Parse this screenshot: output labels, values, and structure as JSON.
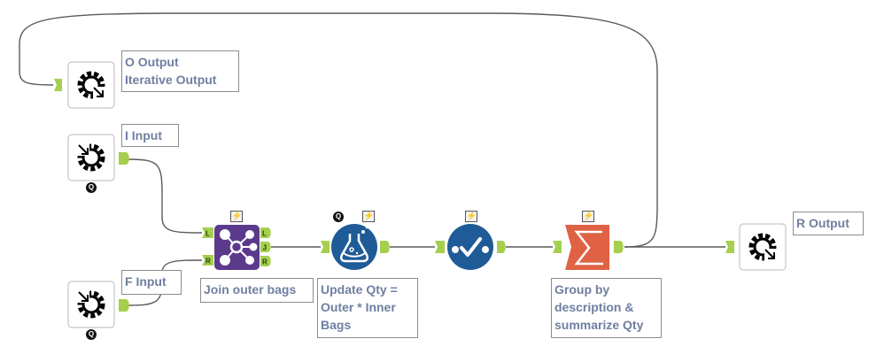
{
  "canvas": {
    "background": "#ffffff",
    "connector_color": "#555555",
    "anchor_color": "#a6cf4e"
  },
  "tools": {
    "o_output": {
      "type": "macro-output",
      "annotation_lines": [
        "O Output",
        "Iterative Output"
      ]
    },
    "i_input": {
      "type": "macro-input",
      "annotation_lines": [
        "I Input"
      ],
      "badge": "Q"
    },
    "f_input": {
      "type": "macro-input",
      "annotation_lines": [
        "F Input"
      ],
      "badge": "Q"
    },
    "join": {
      "type": "join",
      "color": "#5b3a8c",
      "annotation_lines": [
        "Join outer bags"
      ],
      "inputs": [
        "L",
        "R"
      ],
      "outputs": [
        "L",
        "J",
        "R"
      ],
      "badge": "⚡"
    },
    "formula": {
      "type": "formula",
      "color": "#1f5b97",
      "annotation_lines": [
        "Update Qty =",
        "Outer * Inner",
        "Bags"
      ],
      "badges": [
        "Q",
        "⚡"
      ]
    },
    "select": {
      "type": "select",
      "color": "#1f5b97",
      "annotation_lines": [],
      "badge": "⚡"
    },
    "summarize": {
      "type": "summarize",
      "color": "#e06244",
      "annotation_lines": [
        "Group by",
        "description &",
        "summarize Qty"
      ],
      "badge": "⚡"
    },
    "r_output": {
      "type": "macro-output",
      "annotation_lines": [
        "R Output"
      ]
    }
  },
  "connections": [
    {
      "from": "i_input",
      "to": "join.L"
    },
    {
      "from": "f_input",
      "to": "join.R"
    },
    {
      "from": "join.J",
      "to": "formula"
    },
    {
      "from": "formula",
      "to": "select"
    },
    {
      "from": "select",
      "to": "summarize"
    },
    {
      "from": "summarize",
      "to": "r_output"
    },
    {
      "from": "summarize",
      "to": "o_output"
    }
  ]
}
